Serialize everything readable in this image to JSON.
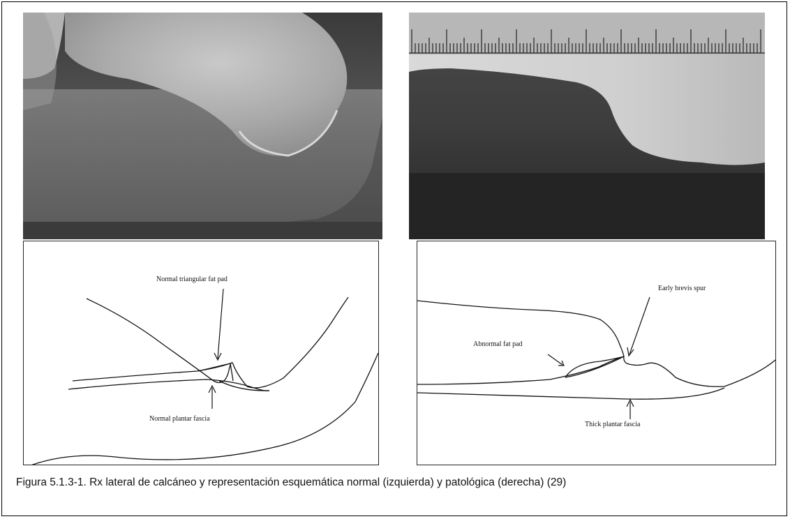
{
  "figure": {
    "caption": "Figura 5.1.3-1. Rx lateral de calcáneo y representación esquemática normal (izquierda) y patológica (derecha) (29)",
    "panels": {
      "normal_xray": {
        "description_icon": "xray-heel-normal"
      },
      "pathologic_xray": {
        "description_icon": "xray-heel-pathologic",
        "ruler": true
      },
      "normal_diagram": {
        "labels": {
          "fat_pad": "Normal triangular fat pad",
          "plantar_fascia": "Normal plantar fascia"
        }
      },
      "pathologic_diagram": {
        "labels": {
          "spur": "Early brevis spur",
          "fat_pad": "Abnormal fat pad",
          "plantar_fascia": "Thick plantar fascia"
        }
      }
    }
  }
}
